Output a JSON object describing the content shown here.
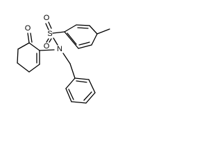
{
  "molecule": {
    "atoms": {
      "oxygen_sulfonyl_top": "O",
      "sulfur": "S",
      "oxygen_sulfonyl_bottom": "O",
      "nitrogen": "N",
      "oxygen_ketone": "O"
    }
  }
}
